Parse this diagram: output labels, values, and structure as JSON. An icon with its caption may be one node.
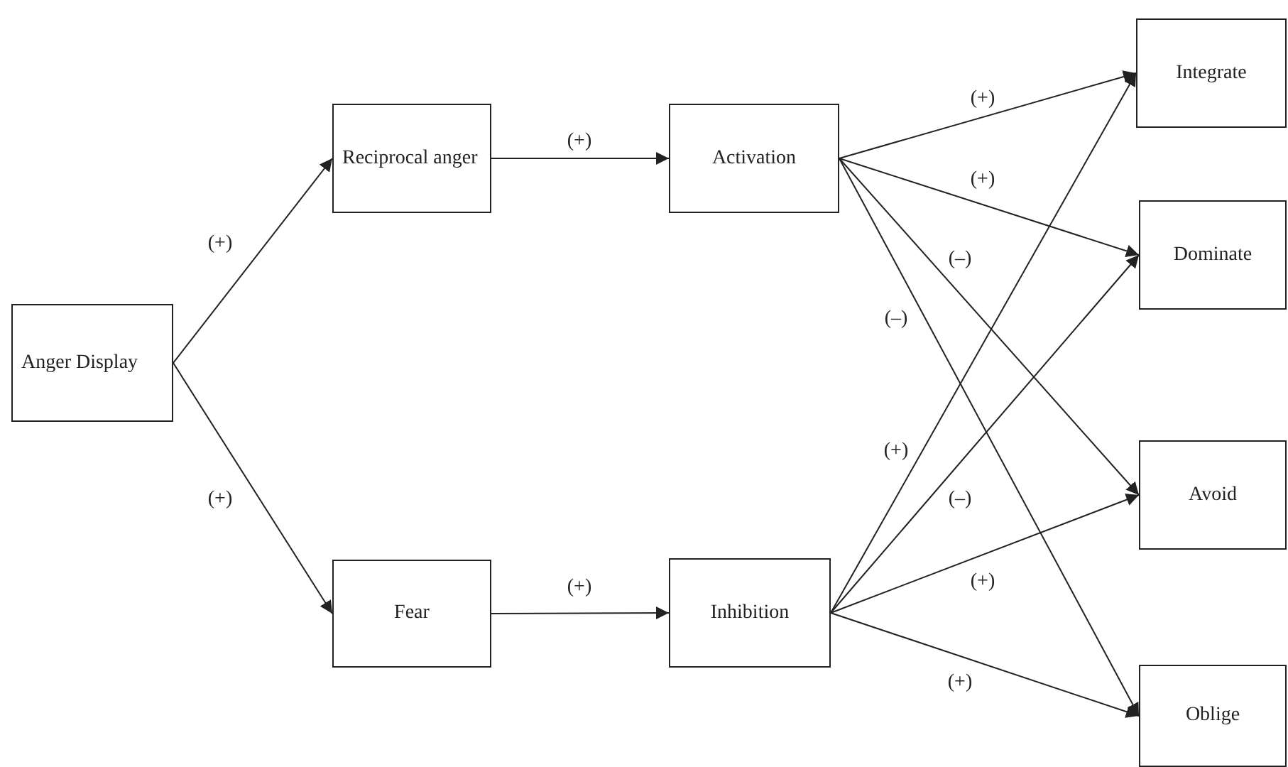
{
  "diagram": {
    "nodes": [
      {
        "text": [
          "Anger Display"
        ]
      },
      {
        "text": [
          "Reciprocal anger"
        ]
      },
      {
        "text": [
          "Activation"
        ]
      },
      {
        "text": [
          "Fear"
        ]
      },
      {
        "text": [
          "Inhibition"
        ]
      },
      {
        "text": [
          "Integrate"
        ]
      },
      {
        "text": [
          "Dominate"
        ]
      },
      {
        "text": [
          "Avoid"
        ]
      },
      {
        "text": [
          "Oblige"
        ]
      }
    ],
    "edges": [
      {
        "from": 0,
        "to": 1,
        "arrow": "to",
        "label": "(+)"
      },
      {
        "from": 0,
        "to": 3,
        "arrow": "to",
        "label": "(+)"
      },
      {
        "from": 1,
        "to": 2,
        "arrow": "to",
        "label": "(+)"
      },
      {
        "from": 3,
        "to": 4,
        "arrow": "to",
        "label": "(+)"
      },
      {
        "from": 2,
        "to": 5,
        "arrow": "to",
        "label": "(+)"
      },
      {
        "from": 2,
        "to": 6,
        "arrow": "to",
        "label": "(+)"
      },
      {
        "from": 2,
        "to": 7,
        "arrow": "to",
        "label": "(–)"
      },
      {
        "from": 2,
        "to": 8,
        "arrow": "to",
        "label": "(–)"
      },
      {
        "from": 4,
        "to": 5,
        "arrow": "to",
        "label": "(+)"
      },
      {
        "from": 4,
        "to": 6,
        "arrow": "to",
        "label": "(–)"
      },
      {
        "from": 4,
        "to": 7,
        "arrow": "to",
        "label": "(+)"
      },
      {
        "from": 4,
        "to": 8,
        "arrow": "to",
        "label": "(+)"
      }
    ]
  }
}
